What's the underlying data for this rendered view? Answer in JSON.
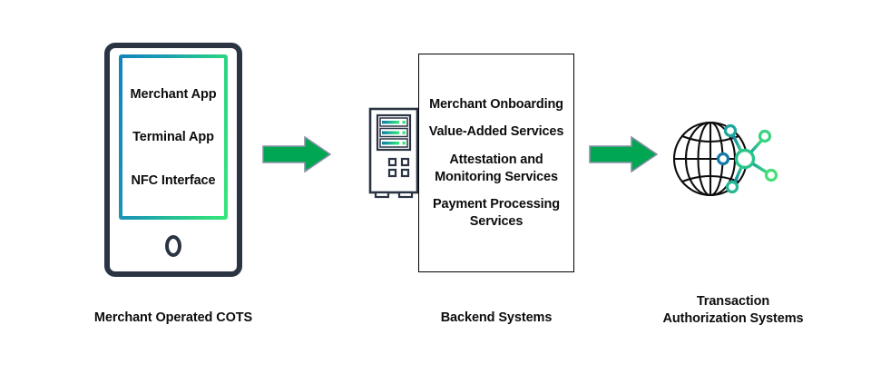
{
  "diagram": {
    "title": "Merchant Operated COTS payment architecture flow",
    "colors": {
      "frame_dark": "#2b3443",
      "gradient_blue": "#1283be",
      "gradient_green": "#35e878",
      "arrow_green": "#00a651",
      "arrow_outline": "#8a8fa8",
      "box_border": "#000000",
      "text": "#0d0d0d",
      "globe_stroke": "#000000",
      "node_blue": "#1378a6",
      "node_green": "#34d07c"
    }
  },
  "phone": {
    "icon": "smartphone-icon",
    "screen_items": [
      {
        "label": "Merchant App"
      },
      {
        "label": "Terminal App"
      },
      {
        "label": "NFC Interface"
      }
    ],
    "home_button": "home-button-oval"
  },
  "arrows": [
    {
      "name": "arrow-cots-to-backend",
      "direction": "right"
    },
    {
      "name": "arrow-backend-to-auth",
      "direction": "right"
    }
  ],
  "server": {
    "icon": "server-tower-icon",
    "bay_count": 3,
    "port_count": 4
  },
  "backend": {
    "services": [
      {
        "label": "Merchant Onboarding"
      },
      {
        "label": "Value-Added Services"
      },
      {
        "label": "Attestation and Monitoring Services"
      },
      {
        "label": "Payment Processing Services"
      }
    ]
  },
  "globe": {
    "icon": "globe-network-icon",
    "meridians": 3,
    "parallels": 3,
    "node_count": 5
  },
  "captions": {
    "cots": "Merchant Operated COTS",
    "backend": "Backend Systems",
    "authorization_line1": "Transaction",
    "authorization_line2": "Authorization Systems"
  }
}
